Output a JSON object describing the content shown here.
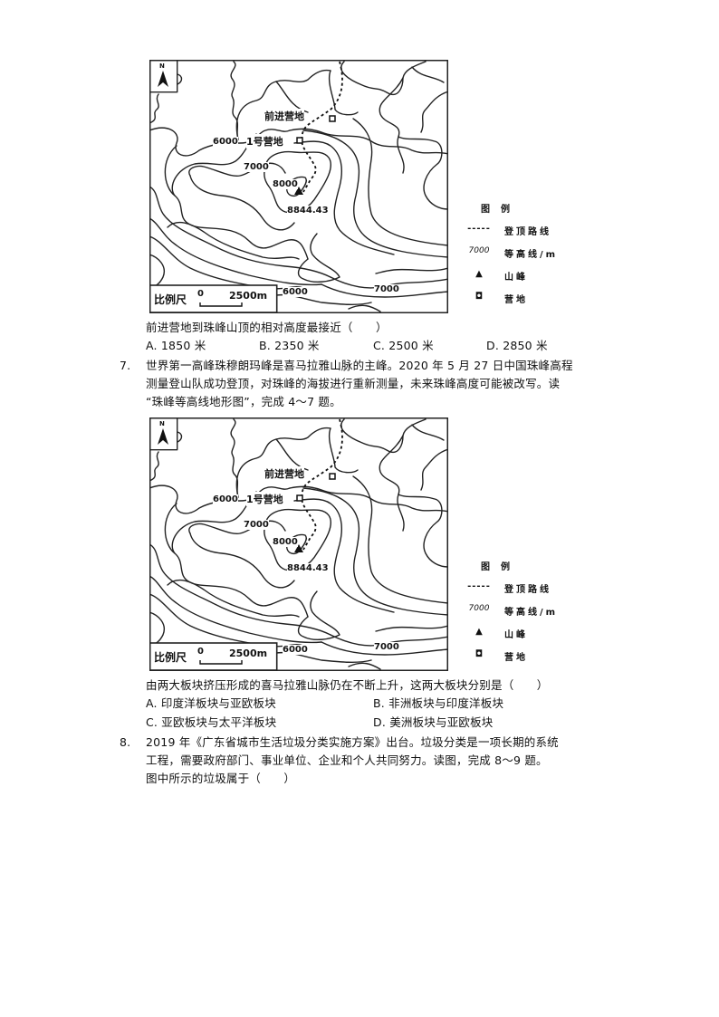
{
  "maps": [
    {
      "north_label": "N",
      "labels": {
        "advance_camp": "前进营地",
        "camp1": "1号营地",
        "c6000_top": "6000",
        "c7000": "7000",
        "c8000": "8000",
        "peak_elev": "8844.43",
        "c6000_bottom": "6000",
        "c7000_bottom": "7000"
      },
      "scale": {
        "label": "比例尺",
        "zero": "0",
        "distance": "2500m"
      }
    },
    {
      "north_label": "N",
      "labels": {
        "advance_camp": "前进营地",
        "camp1": "1号营地",
        "c6000_top": "6000",
        "c7000": "7000",
        "c8000": "8000",
        "peak_elev": "8844.43",
        "c6000_bottom": "6000",
        "c7000_bottom": "7000"
      },
      "scale": {
        "label": "比例尺",
        "zero": "0",
        "distance": "2500m"
      }
    }
  ],
  "legend": {
    "title": "图例",
    "items": [
      {
        "icon": "dashed-line-icon",
        "symbol": "-----",
        "label": "登顶路线"
      },
      {
        "icon": "contour-line-icon",
        "symbol": "7000",
        "label": "等高线/m"
      },
      {
        "icon": "triangle-peak-icon",
        "symbol": "▲",
        "label": "山峰"
      },
      {
        "icon": "square-camp-icon",
        "symbol": "◘",
        "label": "营地"
      }
    ]
  },
  "q6": {
    "stem": "前进营地到珠峰山顶的相对高度最接近（　　）",
    "options": [
      {
        "letter": "A.",
        "text": "1850 米"
      },
      {
        "letter": "B.",
        "text": "2350 米"
      },
      {
        "letter": "C.",
        "text": "2500 米"
      },
      {
        "letter": "D.",
        "text": "2850 米"
      }
    ]
  },
  "q7": {
    "number": "7.",
    "intro_lines": [
      "世界第一高峰珠穆朗玛峰是喜马拉雅山脉的主峰。2020 年 5 月 27 日中国珠峰高程",
      "测量登山队成功登顶，对珠峰的海拔进行重新测量，未来珠峰高度可能被改写。读",
      "“珠峰等高线地形图”，完成 4～7 题。"
    ],
    "stem": "由两大板块挤压形成的喜马拉雅山脉仍在不断上升，这两大板块分别是（　　）",
    "options": [
      {
        "letter": "A.",
        "text": "印度洋板块与亚欧板块"
      },
      {
        "letter": "B.",
        "text": "非洲板块与印度洋板块"
      },
      {
        "letter": "C.",
        "text": "亚欧板块与太平洋板块"
      },
      {
        "letter": "D.",
        "text": "美洲板块与亚欧板块"
      }
    ]
  },
  "q8": {
    "number": "8.",
    "intro_lines": [
      "2019 年《广东省城市生活垃圾分类实施方案》出台。垃圾分类是一项长期的系统",
      "工程，需要政府部门、事业单位、企业和个人共同努力。读图，完成 8～9 题。"
    ],
    "stem": "图中所示的垃圾属于（　　）"
  }
}
